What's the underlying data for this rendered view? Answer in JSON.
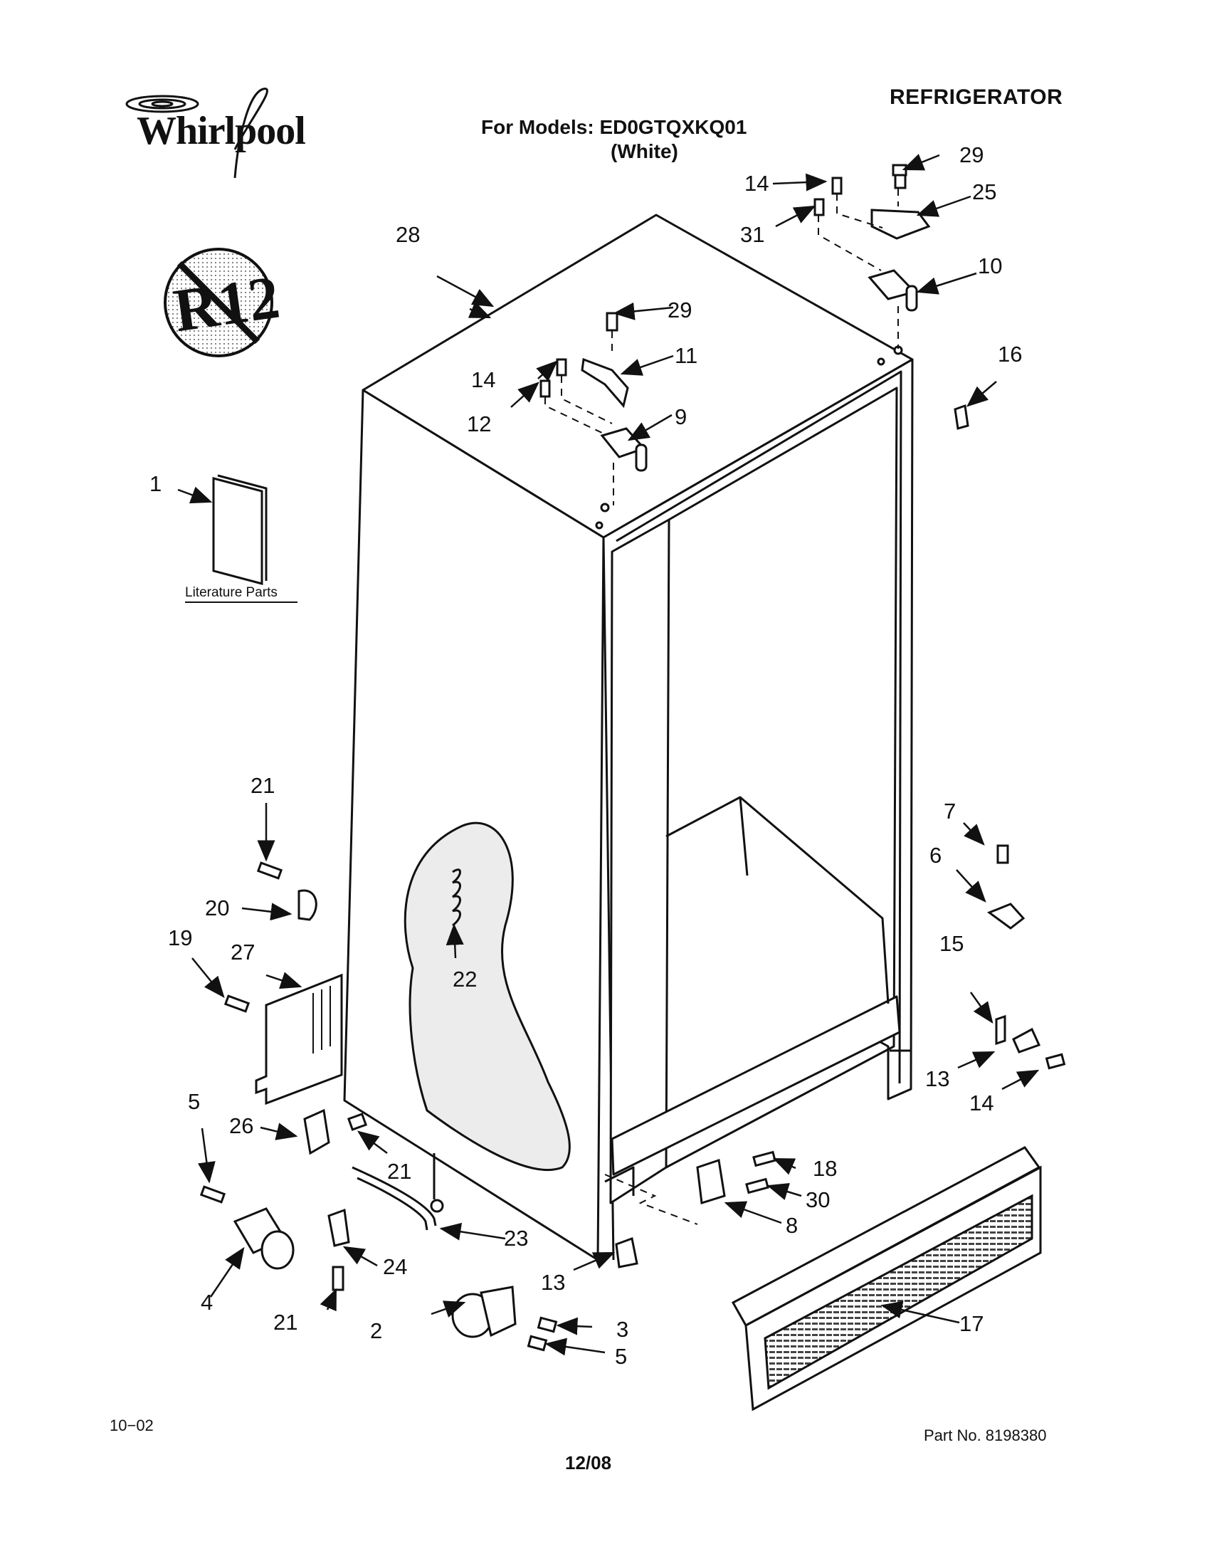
{
  "header": {
    "brand": "Whirlpool",
    "product": "REFRIGERATOR",
    "models_label": "For Models: ED0GTQXKQ01",
    "models_color": "(White)"
  },
  "badge": {
    "text": "R12"
  },
  "literature": {
    "label": "Literature Parts"
  },
  "callouts": {
    "c1": "1",
    "c2": "2",
    "c3": "3",
    "c4": "4",
    "c5a": "5",
    "c5b": "5",
    "c6": "6",
    "c7": "7",
    "c8": "8",
    "c9": "9",
    "c10": "10",
    "c11": "11",
    "c12": "12",
    "c13a": "13",
    "c13b": "13",
    "c14a": "14",
    "c14b": "14",
    "c14c": "14",
    "c15": "15",
    "c16": "16",
    "c17": "17",
    "c18": "18",
    "c19": "19",
    "c20": "20",
    "c21a": "21",
    "c21b": "21",
    "c21c": "21",
    "c22": "22",
    "c23": "23",
    "c24": "24",
    "c25": "25",
    "c26": "26",
    "c27": "27",
    "c28": "28",
    "c29a": "29",
    "c29b": "29",
    "c30": "30",
    "c31": "31"
  },
  "footer": {
    "date_code": "10−02",
    "part_no": "Part No. 8198380",
    "page": "12/08"
  },
  "colors": {
    "ink": "#111111",
    "paper": "#ffffff",
    "cutaway": "#e8e8e8"
  }
}
